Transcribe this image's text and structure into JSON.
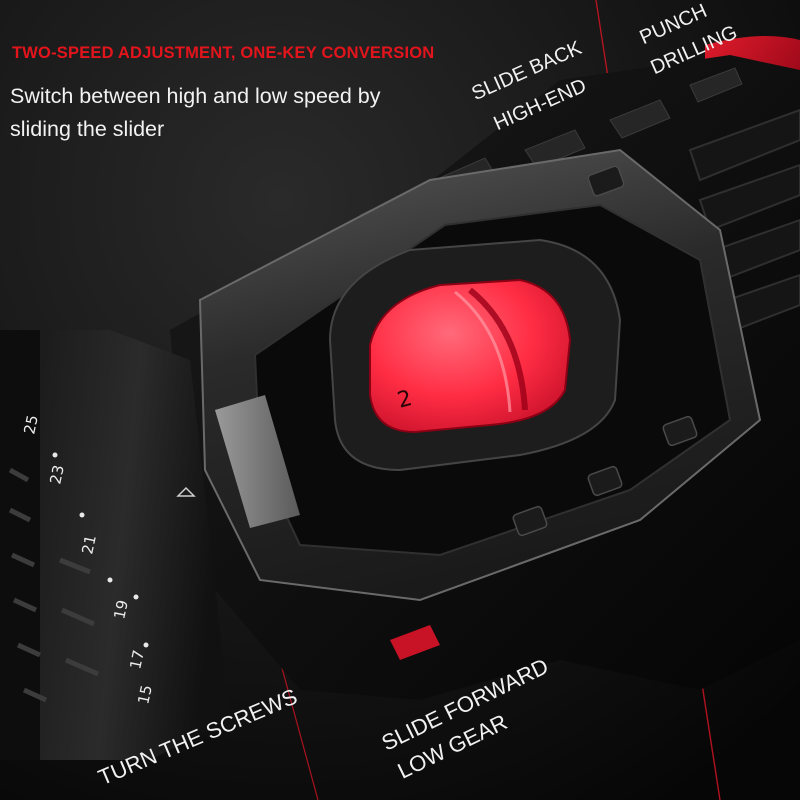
{
  "headline": "TWO-SPEED ADJUSTMENT, ONE-KEY CONVERSION",
  "description": {
    "line1": "Switch between high and low speed by",
    "line2": "sliding the slider"
  },
  "callouts": {
    "slide_back": {
      "line1": "SLIDE BACK",
      "line2": "HIGH-END"
    },
    "punch_drilling": {
      "line1": "PUNCH",
      "line2": "DRILLING"
    },
    "turn_screws": "TURN THE SCREWS",
    "slide_forward": {
      "line1": "SLIDE FORWARD",
      "line2": "LOW GEAR"
    }
  },
  "switch_label": "2",
  "torque_scale": [
    "15",
    "17",
    "19",
    "21",
    "23",
    "25"
  ],
  "colors": {
    "accent_red": "#e4141c",
    "switch_red": "#ff2d44",
    "background": "#0c0c0c",
    "text": "#f1f1f1"
  }
}
